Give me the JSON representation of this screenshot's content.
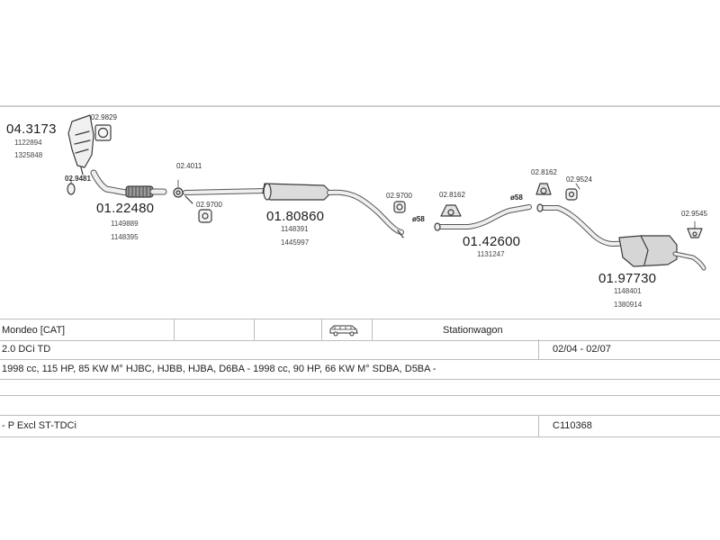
{
  "parts": {
    "cat": {
      "code": "04.3173",
      "oem1": "1122894",
      "oem2": "1325848"
    },
    "cat_gasket": {
      "code": "02.9829"
    },
    "front_gasket": {
      "code": "02.9481"
    },
    "front_pipe": {
      "code": "01.22480",
      "oem1": "1149889",
      "oem2": "1148395"
    },
    "clamp_a": {
      "code": "02.4011"
    },
    "hanger_a": {
      "code": "02.9700"
    },
    "mid_silencer": {
      "code": "01.80860",
      "oem1": "1148391",
      "oem2": "1445997"
    },
    "hanger_b": {
      "code": "02.9700"
    },
    "rubber_a": {
      "code": "02.8162"
    },
    "pipe_tag_a": "ø58",
    "center_pipe": {
      "code": "01.42600",
      "oem1": "1131247"
    },
    "pipe_tag_b": "ø58",
    "rubber_b": {
      "code": "02.8162"
    },
    "clamp_b": {
      "code": "02.9524"
    },
    "hanger_c": {
      "code": "02.9545"
    },
    "rear_silencer": {
      "code": "01.97730",
      "oem1": "1148401",
      "oem2": "1380914"
    }
  },
  "table": {
    "model": "Mondeo  [CAT]",
    "body_type": "Stationwagon",
    "engine": "2.0 DCi TD",
    "years": "02/04 - 02/07",
    "spec": "1998 cc, 115 HP, 85 KW M° HJBC, HJBB, HJBA, D6BA - 1998 cc, 90 HP, 66 KW M° SDBA, D5BA -",
    "variant": "- P Excl ST-TDCi",
    "reference": "C110368"
  },
  "icons": {
    "vehicle": "station-wagon-icon"
  }
}
